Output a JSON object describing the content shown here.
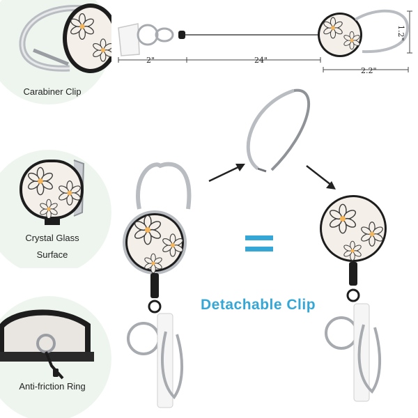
{
  "features": {
    "carabiner_clip": "Carabiner Clip",
    "crystal_glass_line1": "Crystal Glass",
    "crystal_glass_line2": "Surface",
    "anti_friction_ring": "Anti-friction Ring"
  },
  "dimensions": {
    "strap_length": "2\"",
    "cord_length": "24\"",
    "badge_width": "2.2\"",
    "badge_height": "1.2\""
  },
  "headline": "Detachable Clip",
  "equals_sign": "=",
  "colors": {
    "accent_blue": "#35a7d6",
    "panel_bg": "#eef5ee",
    "badge_face": "#f4efe8",
    "flower_center": "#f3b45a",
    "metal": "#b9bcc1"
  }
}
